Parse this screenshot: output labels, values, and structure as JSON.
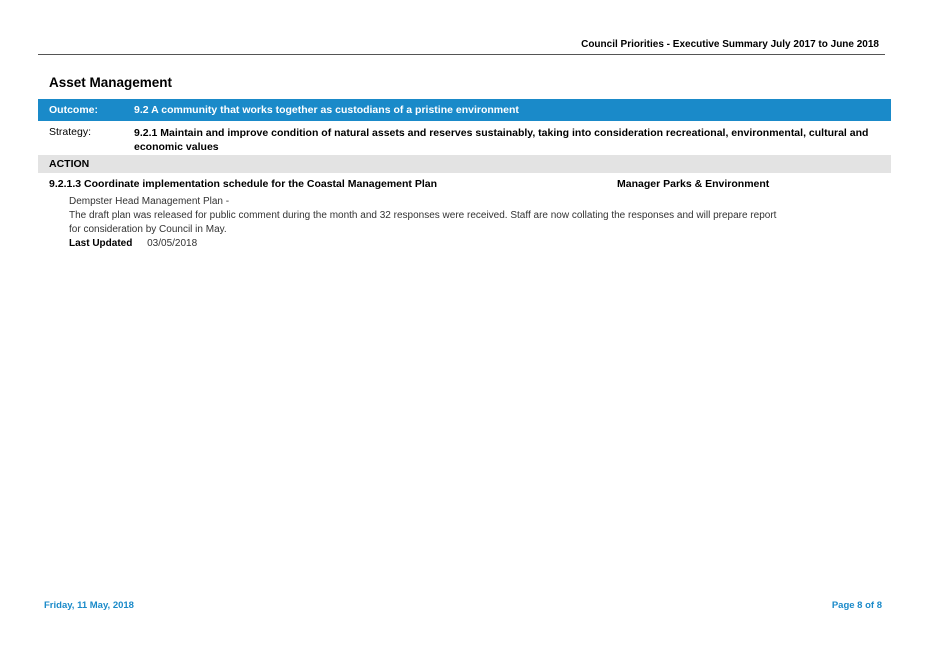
{
  "header": {
    "title": "Council Priorities - Executive Summary  July 2017 to June 2018"
  },
  "section": {
    "title": "Asset Management"
  },
  "outcome": {
    "label": "Outcome:",
    "text": "9.2  A community that works together as custodians of a pristine environment"
  },
  "strategy": {
    "label": "Strategy:",
    "text": "9.2.1  Maintain and improve condition of natural assets and reserves sustainably, taking into consideration recreational, environmental, cultural and economic values"
  },
  "action_header": {
    "label": "ACTION"
  },
  "action": {
    "title": "9.2.1.3  Coordinate implementation schedule for the Coastal Management Plan",
    "owner": "Manager Parks & Environment",
    "comment_heading": "Dempster Head Management Plan -",
    "comment_body": "The draft plan was released for public comment during the month and 32 responses were received.  Staff are now collating the responses and will prepare report for consideration by Council in May.",
    "last_updated_label": "Last Updated",
    "last_updated_value": "03/05/2018"
  },
  "footer": {
    "date": "Friday, 11 May, 2018",
    "page": "Page 8 of 8"
  },
  "colors": {
    "accent": "#1a8ac9",
    "action_bar": "#e3e3e3"
  }
}
